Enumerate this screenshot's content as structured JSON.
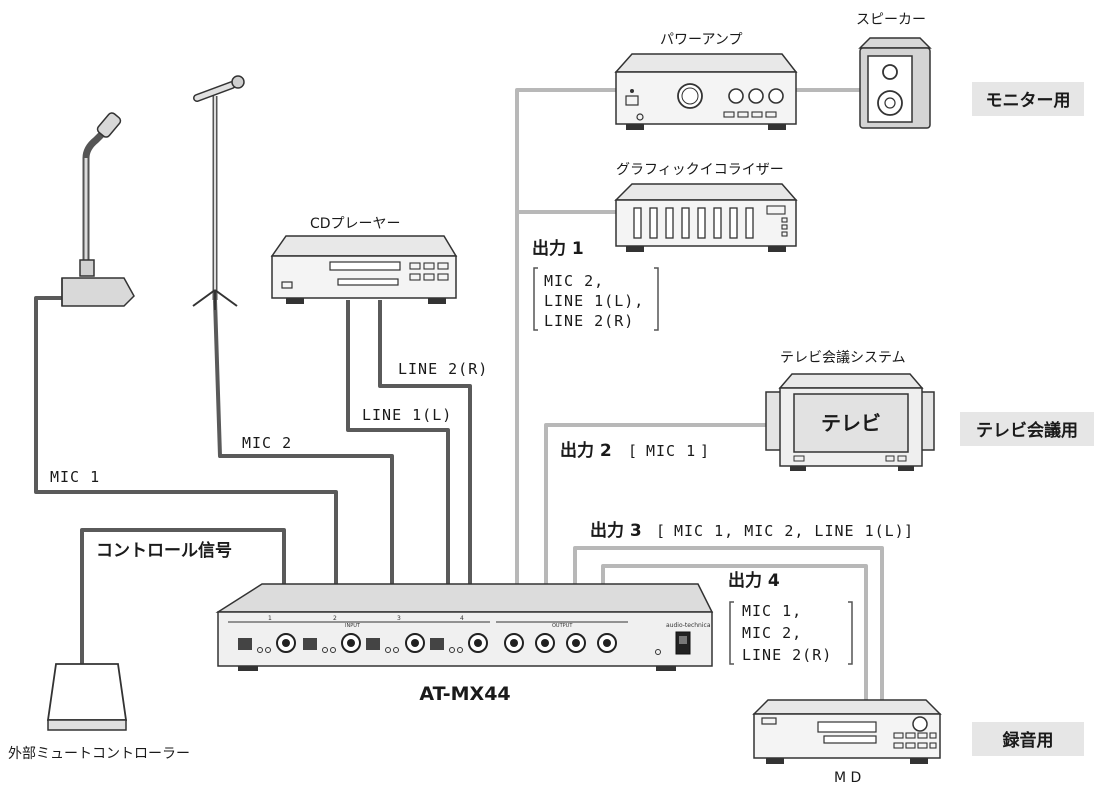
{
  "devices": {
    "power_amp": "パワーアンプ",
    "speaker": "スピーカー",
    "equalizer": "グラフィックイコライザー",
    "cd_player": "CDプレーヤー",
    "tv_system": "テレビ会議システム",
    "tv_screen": "テレビ",
    "mixer": "AT-MX44",
    "mute_controller": "外部ミュートコントローラー",
    "md": "M D",
    "mixer_brand": "audio-technica"
  },
  "badges": {
    "monitor": "モニター用",
    "tv_conf": "テレビ会議用",
    "recording": "録音用"
  },
  "connections": {
    "mic1": "MIC 1",
    "mic2": "MIC 2",
    "line1": "LINE 1(L)",
    "line2": "LINE 2(R)",
    "control": "コントロール信号"
  },
  "outputs": {
    "out1": {
      "title": "出力 1",
      "items": [
        "MIC 2,",
        "LINE 1(L),",
        "LINE 2(R)"
      ]
    },
    "out2": {
      "title": "出力 2",
      "items": [
        "MIC 1"
      ]
    },
    "out3": {
      "title": "出力 3",
      "items": [
        "MIC 1, MIC 2, LINE 1(L)"
      ]
    },
    "out4": {
      "title": "出力 4",
      "items": [
        "MIC 1,",
        "MIC 2,",
        "LINE 2(R)"
      ]
    }
  },
  "mixer_panel": {
    "input_label": "INPUT",
    "output_label": "OUTPUT",
    "channels": [
      "1",
      "2",
      "3",
      "4"
    ]
  }
}
